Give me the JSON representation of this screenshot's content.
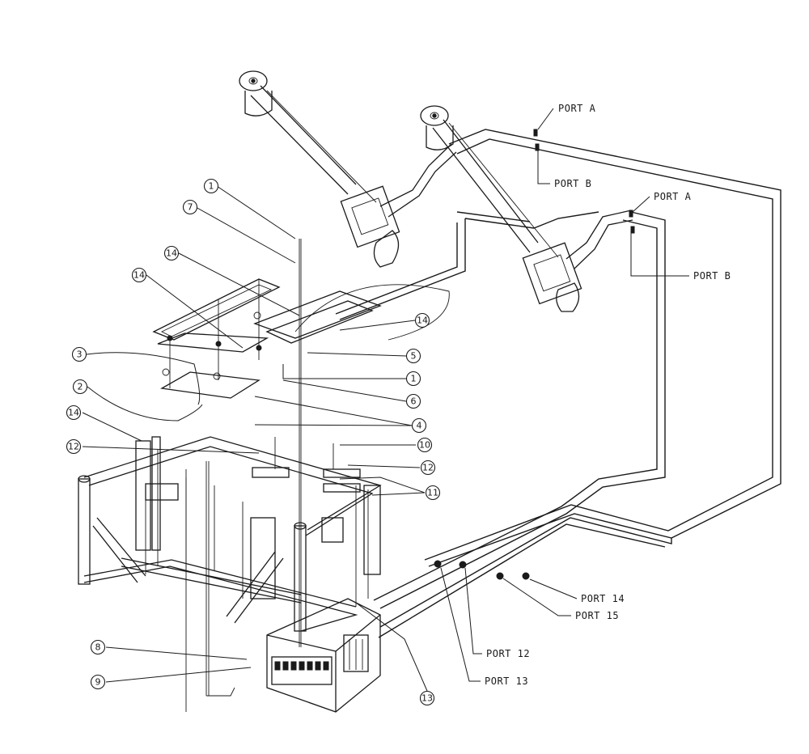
{
  "callouts": {
    "c1a": "1",
    "c7": "7",
    "c14a": "14",
    "c14b": "14",
    "c14c": "14",
    "c3": "3",
    "c5": "5",
    "c1b": "1",
    "c6": "6",
    "c2": "2",
    "c4": "4",
    "c14d": "14",
    "c10": "10",
    "c12a": "12",
    "c12b": "12",
    "c11": "11",
    "c8": "8",
    "c9": "9",
    "c13": "13"
  },
  "ports": {
    "port_a_1": "PORT A",
    "port_b_1": "PORT B",
    "port_a_2": "PORT A",
    "port_b_2": "PORT B",
    "port_14": "PORT 14",
    "port_15": "PORT 15",
    "port_12": "PORT 12",
    "port_13": "PORT 13"
  }
}
